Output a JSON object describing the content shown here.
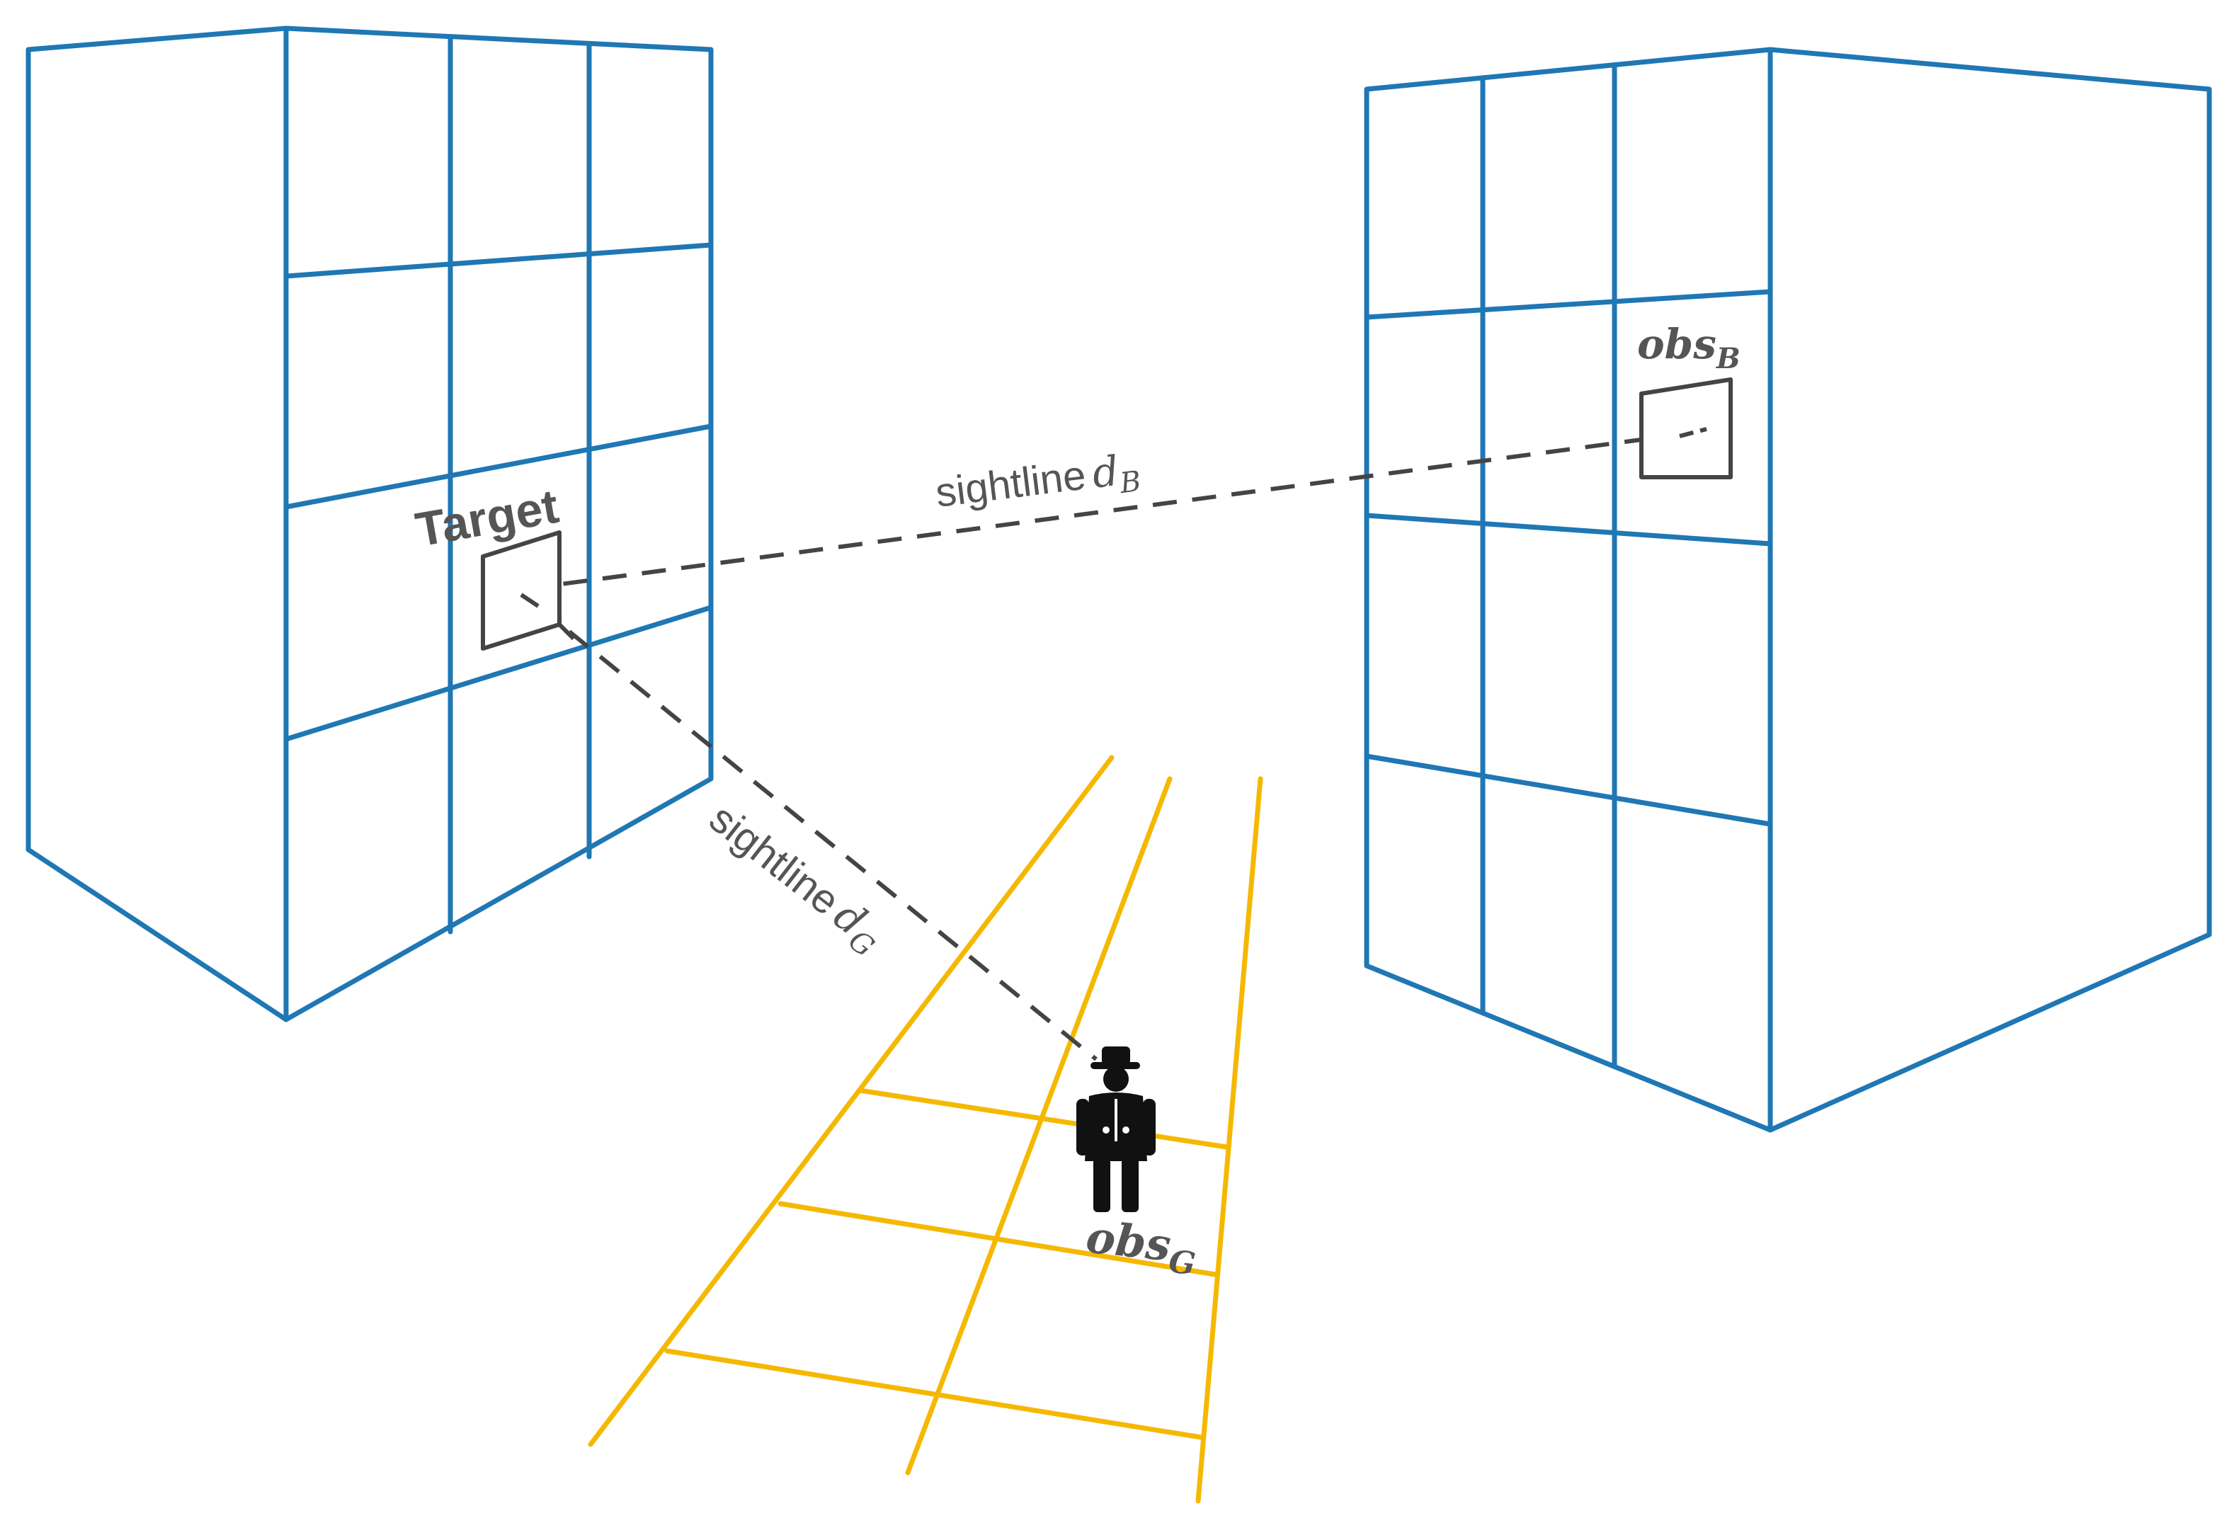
{
  "labels": {
    "target": "Target",
    "sightline_b_prefix": "sightline",
    "sightline_b_var": "d",
    "sightline_b_sub": "B",
    "sightline_g_prefix": "sightline",
    "sightline_g_var": "d",
    "sightline_g_sub": "G",
    "observer_building_main": "obs",
    "observer_building_sub": "B",
    "observer_ground_main": "obs",
    "observer_ground_sub": "G"
  },
  "icons": {
    "observer": "person-with-hat-icon"
  },
  "colors": {
    "building": "#1f77b4",
    "road": "#f5b800",
    "sightline": "#444444",
    "window": "#444444",
    "text": "#555555",
    "person": "#111111"
  }
}
